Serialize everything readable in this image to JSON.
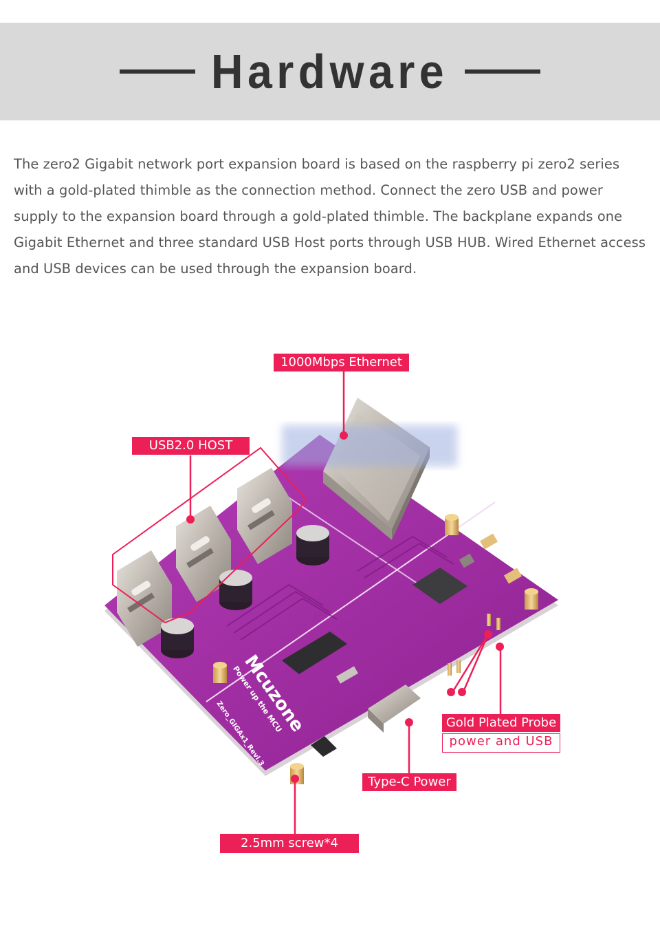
{
  "header": {
    "title": "Hardware",
    "background_color": "#d9d9d9",
    "text_color": "#333333"
  },
  "intro": {
    "text": "The zero2 Gigabit network port expansion board is based on the raspberry pi zero2 series with a gold-plated thimble as the connection method. Connect the zero USB and power supply to the expansion board through a gold-plated thimble. The backplane expands one Gigabit Ethernet and three standard USB Host ports through USB HUB. Wired Ethernet access and USB devices can be used through the expansion board."
  },
  "figure": {
    "accent_color": "#ec1f57",
    "board_color": "#a42ca6",
    "board_brand": "Mcuzone",
    "board_tagline": "Power up the MCU",
    "board_model": "Zero_GIGAx1_Revl.3",
    "callouts": {
      "ethernet": "1000Mbps Ethernet",
      "usb_host": "USB2.0 HOST",
      "probe": "Gold Plated Probe",
      "probe_sub": "power and USB",
      "type_c": "Type-C Power",
      "screw": "2.5mm screw*4"
    }
  }
}
